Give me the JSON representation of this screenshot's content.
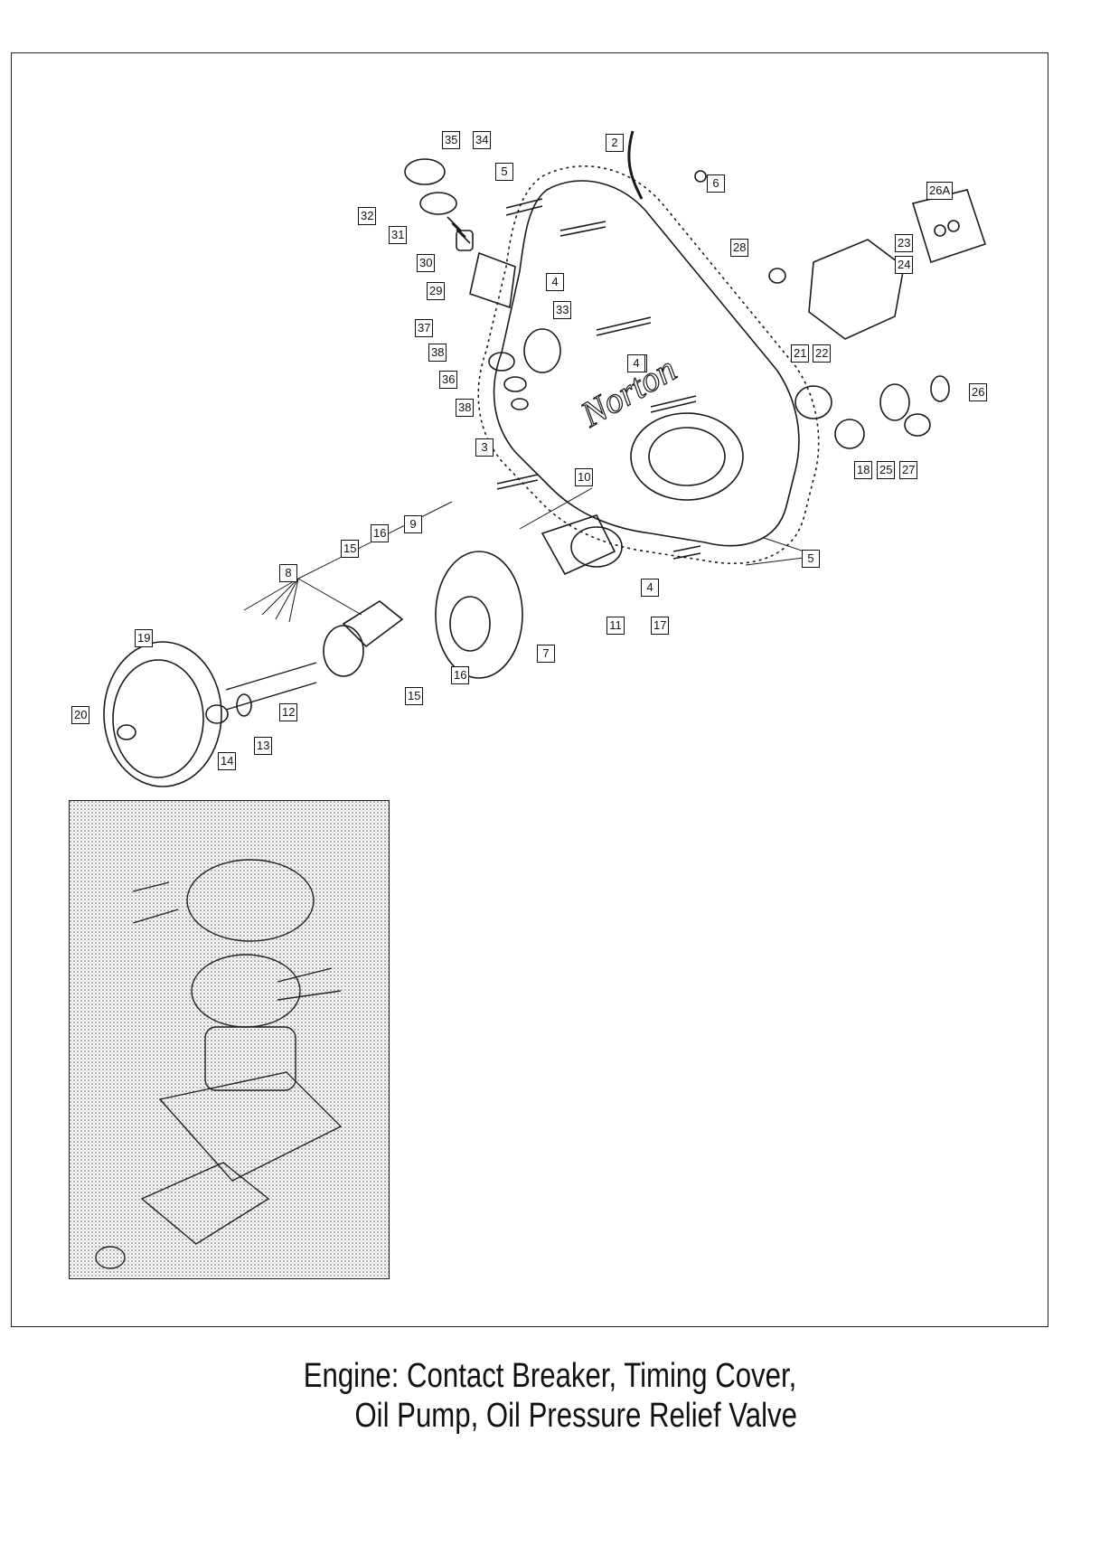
{
  "caption": {
    "line1": "Engine: Contact Breaker, Timing Cover,",
    "line2": "Oil Pump, Oil Pressure Relief Valve"
  },
  "cover_logo_text": "Norton",
  "callouts": [
    {
      "id": "c35",
      "label": "35"
    },
    {
      "id": "c34",
      "label": "34"
    },
    {
      "id": "c2",
      "label": "2"
    },
    {
      "id": "c5a",
      "label": "5"
    },
    {
      "id": "c6",
      "label": "6"
    },
    {
      "id": "c26a",
      "label": "26A"
    },
    {
      "id": "c32",
      "label": "32"
    },
    {
      "id": "c31",
      "label": "31"
    },
    {
      "id": "c28",
      "label": "28"
    },
    {
      "id": "c23",
      "label": "23"
    },
    {
      "id": "c24",
      "label": "24"
    },
    {
      "id": "c30",
      "label": "30"
    },
    {
      "id": "c4a",
      "label": "4"
    },
    {
      "id": "c29",
      "label": "29"
    },
    {
      "id": "c33",
      "label": "33"
    },
    {
      "id": "c37",
      "label": "37"
    },
    {
      "id": "c4b",
      "label": "4"
    },
    {
      "id": "c38a",
      "label": "38"
    },
    {
      "id": "c21",
      "label": "21"
    },
    {
      "id": "c22",
      "label": "22"
    },
    {
      "id": "c4c",
      "label": "4"
    },
    {
      "id": "c36",
      "label": "36"
    },
    {
      "id": "c26",
      "label": "26"
    },
    {
      "id": "c38b",
      "label": "38"
    },
    {
      "id": "c3",
      "label": "3"
    },
    {
      "id": "c18",
      "label": "18"
    },
    {
      "id": "c25",
      "label": "25"
    },
    {
      "id": "c27",
      "label": "27"
    },
    {
      "id": "c10",
      "label": "10"
    },
    {
      "id": "c9",
      "label": "9"
    },
    {
      "id": "c16a",
      "label": "16"
    },
    {
      "id": "c15a",
      "label": "15"
    },
    {
      "id": "c5b",
      "label": "5"
    },
    {
      "id": "c8",
      "label": "8"
    },
    {
      "id": "c4d",
      "label": "4"
    },
    {
      "id": "c11",
      "label": "11"
    },
    {
      "id": "c17",
      "label": "17"
    },
    {
      "id": "c19",
      "label": "19"
    },
    {
      "id": "c7",
      "label": "7"
    },
    {
      "id": "c16b",
      "label": "16"
    },
    {
      "id": "c12",
      "label": "12"
    },
    {
      "id": "c15b",
      "label": "15"
    },
    {
      "id": "c20",
      "label": "20"
    },
    {
      "id": "c13",
      "label": "13"
    },
    {
      "id": "c14",
      "label": "14"
    }
  ]
}
